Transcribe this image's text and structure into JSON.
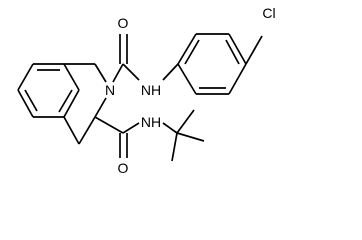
{
  "molecule": {
    "atoms": {
      "n_ring": "N",
      "nh_aryl": "NH",
      "nh_tbu": "NH",
      "o_upper": "O",
      "o_lower": "O",
      "cl": "Cl"
    }
  }
}
